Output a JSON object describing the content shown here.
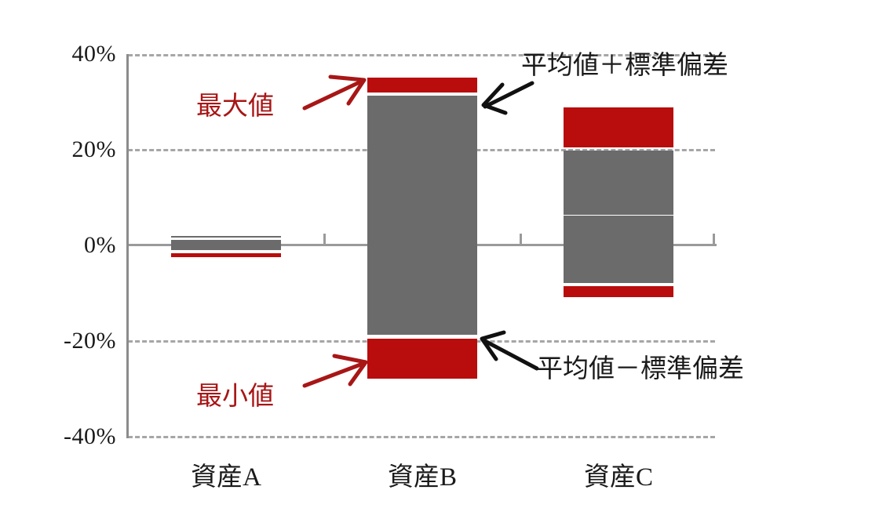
{
  "chart_data": {
    "type": "bar",
    "title": "",
    "subtitle": "",
    "xlabel": "",
    "ylabel": "",
    "categories": [
      "資産A",
      "資産B",
      "資産C"
    ],
    "ylim": [
      -40,
      40
    ],
    "ytick_labels": [
      "40%",
      "20%",
      "0%",
      "-20%",
      "-40%"
    ],
    "ytick_values": [
      40,
      20,
      0,
      -20,
      -40
    ],
    "grid": true,
    "grid_style": "dashed",
    "legend": "none",
    "value_unit": "%",
    "series": [
      {
        "name": "最小値",
        "values": [
          -2.6,
          -28.0,
          -11.0
        ]
      },
      {
        "name": "平均値－標準偏差",
        "values": [
          -1.5,
          -19.3,
          -8.4
        ]
      },
      {
        "name": "平均値＋標準偏差",
        "values": [
          1.8,
          31.5,
          20.0
        ]
      },
      {
        "name": "最大値",
        "values": [
          2.0,
          35.0,
          28.7
        ]
      }
    ],
    "bars": [
      {
        "category": "資産A",
        "max": 2.0,
        "mean_plus_sd": 1.8,
        "mean_minus_sd": -1.5,
        "min": -2.6,
        "mid_break": 1.0
      },
      {
        "category": "資産B",
        "max": 35.0,
        "mean_plus_sd": 31.5,
        "mean_minus_sd": -19.3,
        "min": -28.0,
        "mid_break": 6.5
      },
      {
        "category": "資産C",
        "max": 28.7,
        "mean_plus_sd": 20.0,
        "mean_minus_sd": -8.4,
        "min": -11.0,
        "mid_break": 6.0
      }
    ],
    "colors": {
      "range_band": "#6b6b6b",
      "extreme_band": "#b90c0c",
      "gridline": "#a6a6a6",
      "axis": "#8c8c8c",
      "annotation_red": "#a81616",
      "annotation_black": "#1a1a1a"
    }
  },
  "y_axis": {
    "ticks": [
      {
        "label": "40%",
        "value": 40
      },
      {
        "label": "20%",
        "value": 20
      },
      {
        "label": "0%",
        "value": 0
      },
      {
        "label": "-20%",
        "value": -20
      },
      {
        "label": "-40%",
        "value": -40
      }
    ]
  },
  "x_axis": {
    "labels": [
      {
        "text": "資産A"
      },
      {
        "text": "資産B"
      },
      {
        "text": "資産C"
      }
    ]
  },
  "annotations": [
    {
      "id": "max",
      "text": "最大値",
      "color": "#a81616"
    },
    {
      "id": "min",
      "text": "最小値",
      "color": "#a81616"
    },
    {
      "id": "mean_plus_sd",
      "text": "平均値＋標準偏差",
      "color": "#1a1a1a"
    },
    {
      "id": "mean_minus_sd",
      "text": "平均値－標準偏差",
      "color": "#1a1a1a"
    }
  ]
}
